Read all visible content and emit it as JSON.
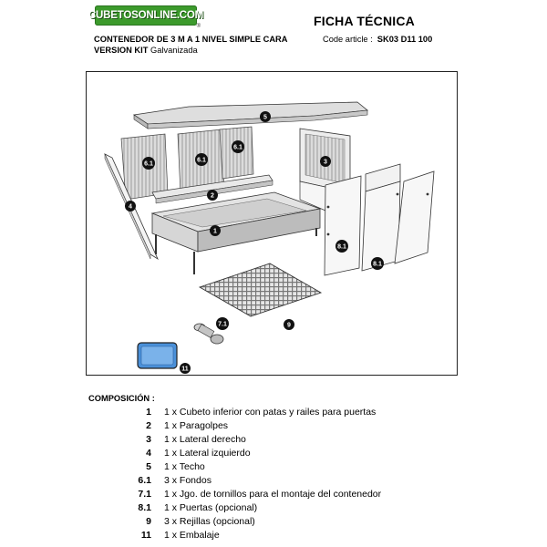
{
  "header": {
    "logo_text": "CUBETOSONLINE.COM",
    "logo_mark": "®",
    "title": "FICHA TÉCNICA",
    "product_line1": "CONTENEDOR DE 3 M A 1 NIVEL SIMPLE CARA",
    "product_line2_bold": "VERSION KIT",
    "product_line2_rest": "Galvanizada",
    "code_label": "Code article :",
    "code_value": "SK03 D11 100"
  },
  "drawing": {
    "callouts": [
      "5",
      "6.1",
      "6.1",
      "6.1",
      "3",
      "4",
      "2",
      "1",
      "8.1",
      "8.1",
      "9",
      "7.1",
      "11"
    ]
  },
  "composition": {
    "heading": "COMPOSICIÓN :",
    "items": [
      {
        "num": "1",
        "desc": "1 x Cubeto inferior con patas y railes para puertas"
      },
      {
        "num": "2",
        "desc": "1 x Paragolpes"
      },
      {
        "num": "3",
        "desc": "1 x Lateral derecho"
      },
      {
        "num": "4",
        "desc": "1 x Lateral izquierdo"
      },
      {
        "num": "5",
        "desc": "1 x Techo"
      },
      {
        "num": "6.1",
        "desc": "3 x  Fondos"
      },
      {
        "num": "7.1",
        "desc": "1 x  Jgo. de tornillos para el montaje del contenedor"
      },
      {
        "num": "8.1",
        "desc": "1 x Puertas (opcional)"
      },
      {
        "num": "9",
        "desc": "3 x Rejillas (opcional)"
      },
      {
        "num": "11",
        "desc": "1 x Embalaje"
      }
    ]
  }
}
